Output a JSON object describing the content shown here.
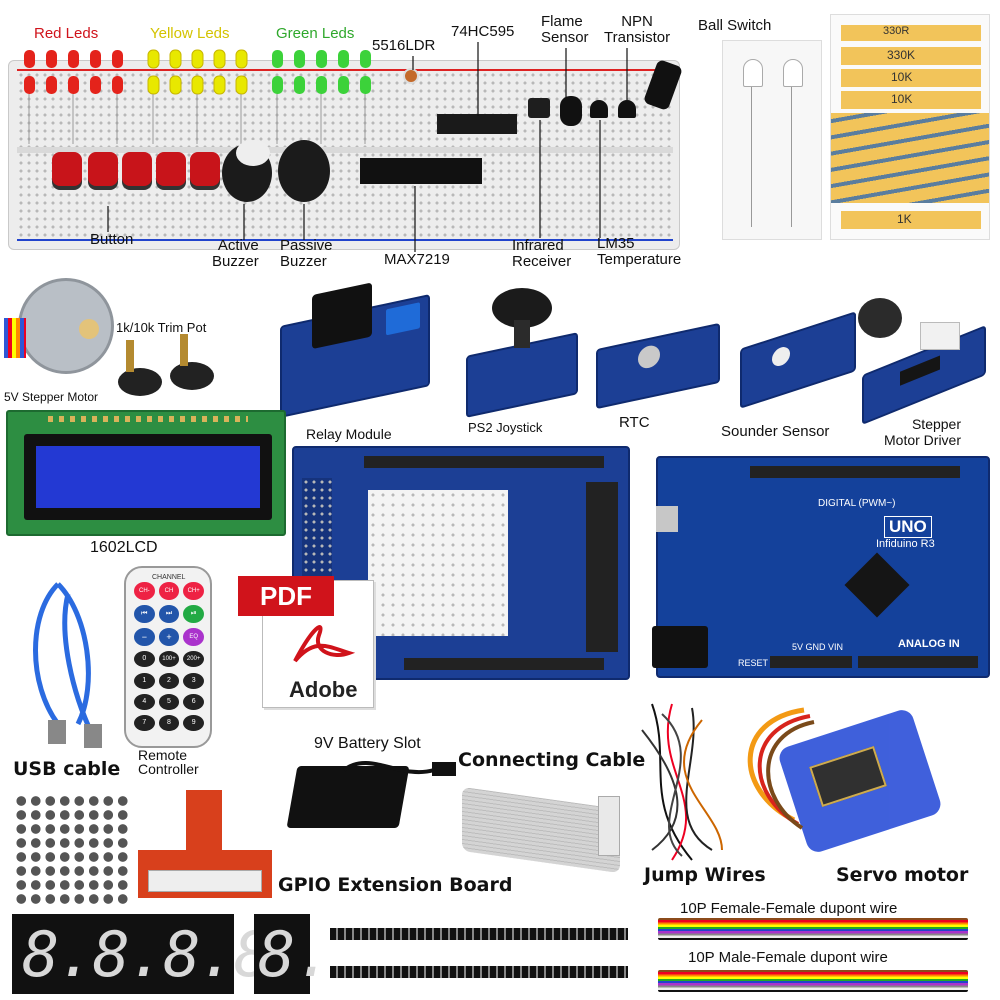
{
  "labels": {
    "red_leds": "Red Leds",
    "yellow_leds": "Yellow Leds",
    "green_leds": "Green Leds",
    "ldr": "5516LDR",
    "shift_register": "74HC595",
    "flame_sensor": "Flame\nSensor",
    "npn_transistor": "NPN\nTransistor",
    "ball_switch": "Ball Switch",
    "button": "Button",
    "active_buzzer": "Active\nBuzzer",
    "passive_buzzer": "Passive\nBuzzer",
    "max7219": "MAX7219",
    "infrared_receiver": "Infrared\nReceiver",
    "lm35": "LM35\nTemperature",
    "trim_pot": "1k/10k Trim Pot",
    "stepper_motor": "5V Stepper Motor",
    "relay_module": "Relay Module",
    "ps2_joystick": "PS2 Joystick",
    "rtc": "RTC",
    "sounder_sensor": "Sounder Sensor",
    "stepper_driver": "Stepper\nMotor Driver",
    "lcd": "1602LCD",
    "usb_cable": "USB cable",
    "remote_controller": "Remote\nController",
    "battery_slot": "9V Battery Slot",
    "connecting_cable": "Connecting Cable",
    "gpio_board": "GPIO Extension Board",
    "jump_wires": "Jump Wires",
    "servo_motor": "Servo motor",
    "ff_dupont": "10P Female-Female dupont wire",
    "mf_dupont": "10P Male-Female dupont wire"
  },
  "pdf_badge": {
    "text": "PDF",
    "brand": "Adobe"
  },
  "board": {
    "brand": "UNO",
    "sub": "Infiduino R3",
    "digital": "DIGITAL (PWM~)",
    "analog": "ANALOG IN",
    "power": "5V GND VIN",
    "reset": "RESET"
  },
  "resistors": {
    "top": "330R",
    "mid1": "330K",
    "mid2": "10K",
    "mid3": "10K",
    "bottom": "1K"
  },
  "remote": {
    "brand": "CHANNEL",
    "rows": [
      [
        "CH-",
        "CH",
        "CH+"
      ],
      [
        "⏮",
        "⏭",
        "⏯"
      ],
      [
        "−",
        "+",
        "EQ"
      ],
      [
        "0",
        "100+",
        "200+"
      ],
      [
        "1",
        "2",
        "3"
      ],
      [
        "4",
        "5",
        "6"
      ],
      [
        "7",
        "8",
        "9"
      ]
    ]
  },
  "seg_display": {
    "four_digit": "8.8.8.8.",
    "one_digit": "8."
  },
  "colors": {
    "breadboard": "#eeeeee",
    "pcb_blue": "#1c3f95",
    "pdf_red": "#d0131b",
    "resistor_tape": "#f2c45a",
    "led_red": "#e4231b",
    "led_yellow": "#e8e800",
    "led_green": "#3cd23a"
  }
}
